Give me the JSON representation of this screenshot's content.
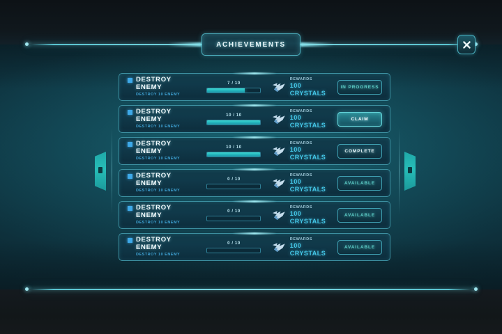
{
  "window": {
    "title": "ACHIEVEMENTS",
    "close_label": "close-icon"
  },
  "theme": {
    "accent": "#4fb3c2",
    "accent_bright": "#7fd8e2",
    "reward_text": "#45c8e8",
    "progress_fill": "#24b6bd",
    "panel_bg": "#103c49",
    "row_border": "#3c8fa0"
  },
  "achievements": {
    "rows": [
      {
        "title": "DESTROY ENEMY",
        "subtitle": "DESTROY 10 ENEMY",
        "progress_text": "7 / 10",
        "progress_current": 7,
        "progress_max": 10,
        "progress_percent": 70,
        "reward_label": "REWARDS",
        "reward_value": "100 CRYSTALS",
        "reward_icon": "bird-wing-icon",
        "status_label": "IN PROGRESS",
        "status_style": "ghost"
      },
      {
        "title": "DESTROY ENEMY",
        "subtitle": "DESTROY 10 ENEMY",
        "progress_text": "10 / 10",
        "progress_current": 10,
        "progress_max": 10,
        "progress_percent": 100,
        "reward_label": "REWARDS",
        "reward_value": "100 CRYSTALS",
        "reward_icon": "bird-wing-icon",
        "status_label": "CLAIM",
        "status_style": "filled"
      },
      {
        "title": "DESTROY ENEMY",
        "subtitle": "DESTROY 10 ENEMY",
        "progress_text": "10 / 10",
        "progress_current": 10,
        "progress_max": 10,
        "progress_percent": 100,
        "reward_label": "REWARDS",
        "reward_value": "100 CRYSTALS",
        "reward_icon": "bird-wing-icon",
        "status_label": "COMPLETE",
        "status_style": "ghost-bright"
      },
      {
        "title": "DESTROY ENEMY",
        "subtitle": "DESTROY 10 ENEMY",
        "progress_text": "0 / 10",
        "progress_current": 0,
        "progress_max": 10,
        "progress_percent": 0,
        "reward_label": "REWARDS",
        "reward_value": "100 CRYSTALS",
        "reward_icon": "bird-wing-icon",
        "status_label": "AVAILABLE",
        "status_style": "ghost"
      },
      {
        "title": "DESTROY ENEMY",
        "subtitle": "DESTROY 10 ENEMY",
        "progress_text": "0 / 10",
        "progress_current": 0,
        "progress_max": 10,
        "progress_percent": 0,
        "reward_label": "REWARDS",
        "reward_value": "100 CRYSTALS",
        "reward_icon": "bird-wing-icon",
        "status_label": "AVAILABLE",
        "status_style": "ghost"
      },
      {
        "title": "DESTROY ENEMY",
        "subtitle": "DESTROY 10 ENEMY",
        "progress_text": "0 / 10",
        "progress_current": 0,
        "progress_max": 10,
        "progress_percent": 0,
        "reward_label": "REWARDS",
        "reward_value": "100 CRYSTALS",
        "reward_icon": "bird-wing-icon",
        "status_label": "AVAILABLE",
        "status_style": "ghost"
      }
    ]
  },
  "decor": {
    "left_tab": "side-tab-left",
    "right_tab": "side-tab-right"
  }
}
